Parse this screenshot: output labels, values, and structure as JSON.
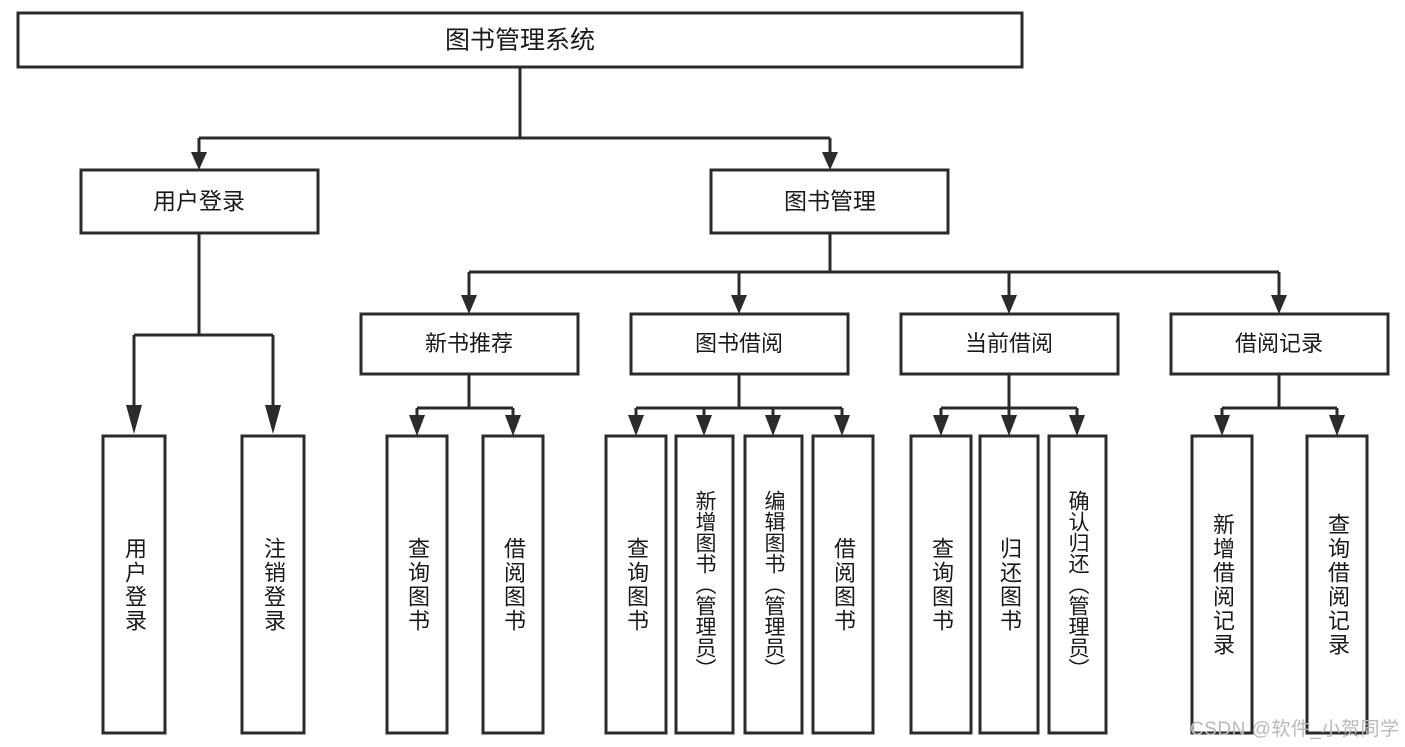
{
  "diagram": {
    "title": "图书管理系统",
    "type": "tree-hierarchy",
    "colors": {
      "box_stroke": "#2b2b2b",
      "box_fill": "#ffffff",
      "connector": "#2b2b2b",
      "text": "#1a1a1a",
      "watermark": "#b9b9b9",
      "background": "#ffffff"
    },
    "root": {
      "label": "图书管理系统"
    },
    "level2": [
      {
        "label": "用户登录"
      },
      {
        "label": "图书管理"
      }
    ],
    "level3": [
      {
        "label": "新书推荐"
      },
      {
        "label": "图书借阅"
      },
      {
        "label": "当前借阅"
      },
      {
        "label": "借阅记录"
      }
    ],
    "leaves": {
      "user_login": [
        {
          "label": "用户登录"
        },
        {
          "label": "注销登录"
        }
      ],
      "new_book_recommend": [
        {
          "label": "查询图书"
        },
        {
          "label": "借阅图书"
        }
      ],
      "book_borrow": [
        {
          "label": "查询图书"
        },
        {
          "label": "新增图书（管理员）"
        },
        {
          "label": "编辑图书（管理员）"
        },
        {
          "label": "借阅图书"
        }
      ],
      "current_borrow": [
        {
          "label": "查询图书"
        },
        {
          "label": "归还图书"
        },
        {
          "label": "确认归还（管理员）"
        }
      ],
      "borrow_record": [
        {
          "label": "新增借阅记录"
        },
        {
          "label": "查询借阅记录"
        }
      ]
    }
  },
  "watermark": {
    "text": "CSDN @软件_小贺同学"
  }
}
